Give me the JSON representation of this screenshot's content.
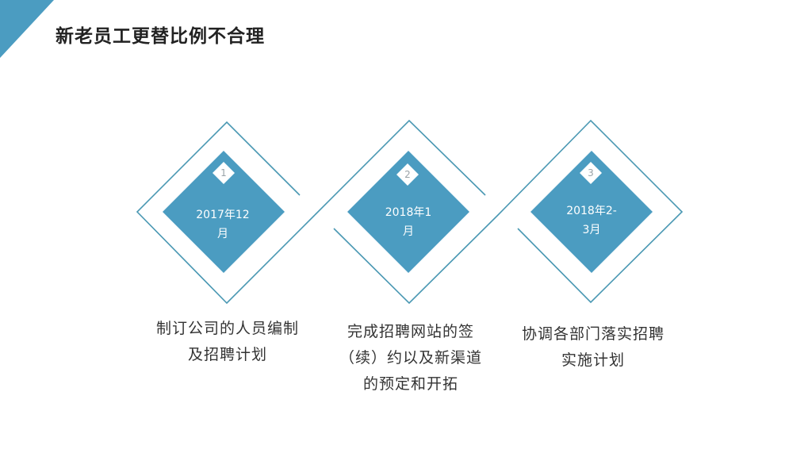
{
  "header": {
    "title": "新老员工更替比例不合理"
  },
  "theme": {
    "accent": "#4b9cc1",
    "outline": "#4a98b3"
  },
  "steps": [
    {
      "number": "1",
      "date_line1": "2017年12",
      "date_line2": "月",
      "desc_lines": [
        "制订公司的人员编制",
        "及招聘计划"
      ]
    },
    {
      "number": "2",
      "date_line1": "2018年1",
      "date_line2": "月",
      "desc_lines": [
        "完成招聘网站的签",
        "（续）约以及新渠道",
        "的预定和开拓"
      ]
    },
    {
      "number": "3",
      "date_line1": "2018年2-",
      "date_line2": "3月",
      "desc_lines": [
        "协调各部门落实招聘",
        "实施计划"
      ]
    }
  ]
}
